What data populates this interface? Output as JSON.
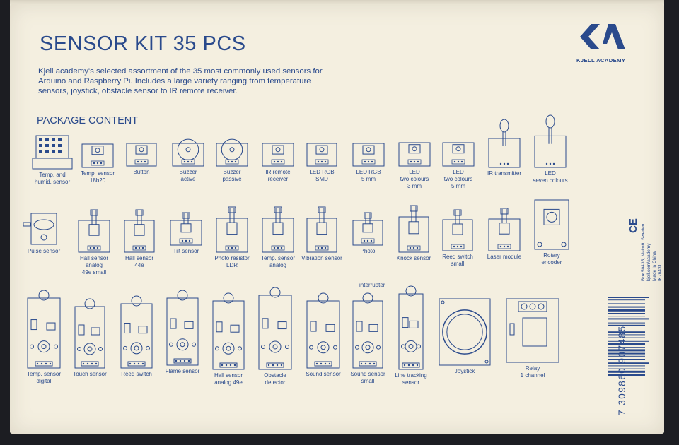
{
  "title": "SENSOR KIT 35 PCS",
  "description": "Kjell academy's selected assortment of the 35 most commonly used sensors for Arduino and Raspberry Pi. Includes a large variety ranging from temperature sensors, joystick, obstacle sensor to IR remote receiver.",
  "package_heading": "PACKAGE CONTENT",
  "brand": "KJELL ACADEMY",
  "colors": {
    "ink": "#2a4a8c",
    "paper": "#f4efe0"
  },
  "items": [
    {
      "label": "Temp. and\nhumid. sensor",
      "icon": "dht-sensor-icon"
    },
    {
      "label": "Temp. sensor\n18b20",
      "icon": "ds18b20-module-icon"
    },
    {
      "label": "Button",
      "icon": "button-module-icon"
    },
    {
      "label": "Buzzer\nactive",
      "icon": "active-buzzer-icon"
    },
    {
      "label": "Buzzer\npassive",
      "icon": "passive-buzzer-icon"
    },
    {
      "label": "IR remote\nreceiver",
      "icon": "ir-receiver-icon"
    },
    {
      "label": "LED RGB\nSMD",
      "icon": "led-rgb-smd-icon"
    },
    {
      "label": "LED RGB\n5 mm",
      "icon": "led-rgb-5mm-icon"
    },
    {
      "label": "LED\ntwo colours\n3 mm",
      "icon": "led-two-colour-3mm-icon"
    },
    {
      "label": "LED\ntwo colours\n5 mm",
      "icon": "led-two-colour-5mm-icon"
    },
    {
      "label": "IR transmitter",
      "icon": "ir-transmitter-icon"
    },
    {
      "label": "LED\nseven colours",
      "icon": "led-seven-colour-icon"
    },
    {
      "label": "Pulse sensor",
      "icon": "pulse-sensor-icon"
    },
    {
      "label": "Hall sensor\nanalog\n49e small",
      "icon": "hall-sensor-small-icon"
    },
    {
      "label": "Hall sensor\n44e",
      "icon": "hall-sensor-44e-icon"
    },
    {
      "label": "Tilt sensor",
      "icon": "tilt-sensor-icon"
    },
    {
      "label": "Photo resistor\nLDR",
      "icon": "photo-resistor-icon"
    },
    {
      "label": "Temp. sensor\nanalog",
      "icon": "analog-temp-icon"
    },
    {
      "label": "Vibration sensor",
      "icon": "vibration-sensor-icon"
    },
    {
      "label": "Photo",
      "icon": "photo-interrupter-icon"
    },
    {
      "label": "Knock sensor",
      "icon": "knock-sensor-icon"
    },
    {
      "label": "Reed switch\nsmall",
      "icon": "reed-switch-small-icon"
    },
    {
      "label": "Laser module",
      "icon": "laser-module-icon"
    },
    {
      "label": "Rotary\nencoder",
      "icon": "rotary-encoder-icon"
    },
    {
      "label": "Temp. sensor\ndigital",
      "icon": "digital-temp-icon"
    },
    {
      "label": "Touch sensor",
      "icon": "touch-sensor-icon"
    },
    {
      "label": "Reed switch",
      "icon": "reed-switch-icon"
    },
    {
      "label": "Flame sensor",
      "icon": "flame-sensor-icon"
    },
    {
      "label": "Hall sensor\nanalog 49e",
      "icon": "hall-sensor-49e-icon"
    },
    {
      "label": "Obstacle\ndetector",
      "icon": "obstacle-detector-icon"
    },
    {
      "label": "Sound sensor",
      "icon": "sound-sensor-icon"
    },
    {
      "label": "Sound sensor\nsmall",
      "icon": "sound-sensor-small-icon"
    },
    {
      "label": "Line tracking\nsensor",
      "icon": "line-tracking-icon"
    },
    {
      "label": "Joystick",
      "icon": "joystick-icon"
    },
    {
      "label": "Relay\n1 channel",
      "icon": "relay-icon"
    }
  ],
  "interrupter_label": "interrupter",
  "ce_mark": "CE",
  "address": "Box 50435, Malmö, Sweden\nkjell.com/academy\nMade in China\nIK76431",
  "barcode_number": "7 309860 907485"
}
